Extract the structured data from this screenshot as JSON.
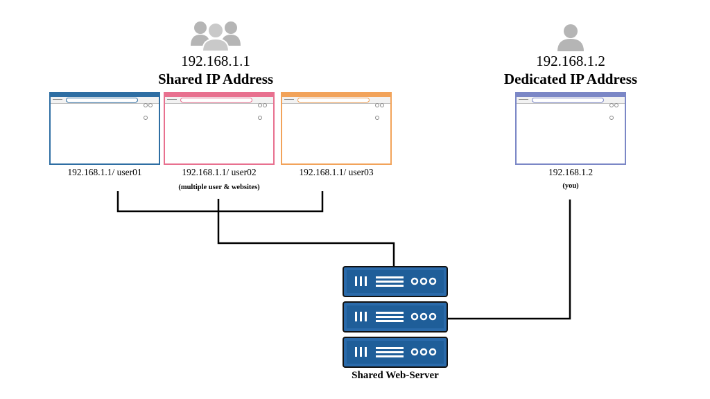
{
  "shared": {
    "ip": "192.168.1.1",
    "label": "Shared IP Address",
    "note": "(multiple user & websites)",
    "icon": "users-group-icon",
    "browsers": [
      {
        "url": "192.168.1.1/ user01",
        "color": "#2e6ea3"
      },
      {
        "url": "192.168.1.1/ user02",
        "color": "#e8708f"
      },
      {
        "url": "192.168.1.1/ user03",
        "color": "#f2a35a"
      }
    ]
  },
  "dedicated": {
    "ip": "192.168.1.2",
    "label": "Dedicated IP Address",
    "note": "(you)",
    "icon": "user-icon",
    "browser": {
      "url": "192.168.1.2",
      "color": "#7b87c6"
    }
  },
  "server": {
    "label": "Shared Web-Server",
    "icon": "server-rack-icon",
    "color": "#2a6aaa"
  },
  "colors": {
    "icon_gray": "#b5b5b5",
    "line": "#000000"
  }
}
